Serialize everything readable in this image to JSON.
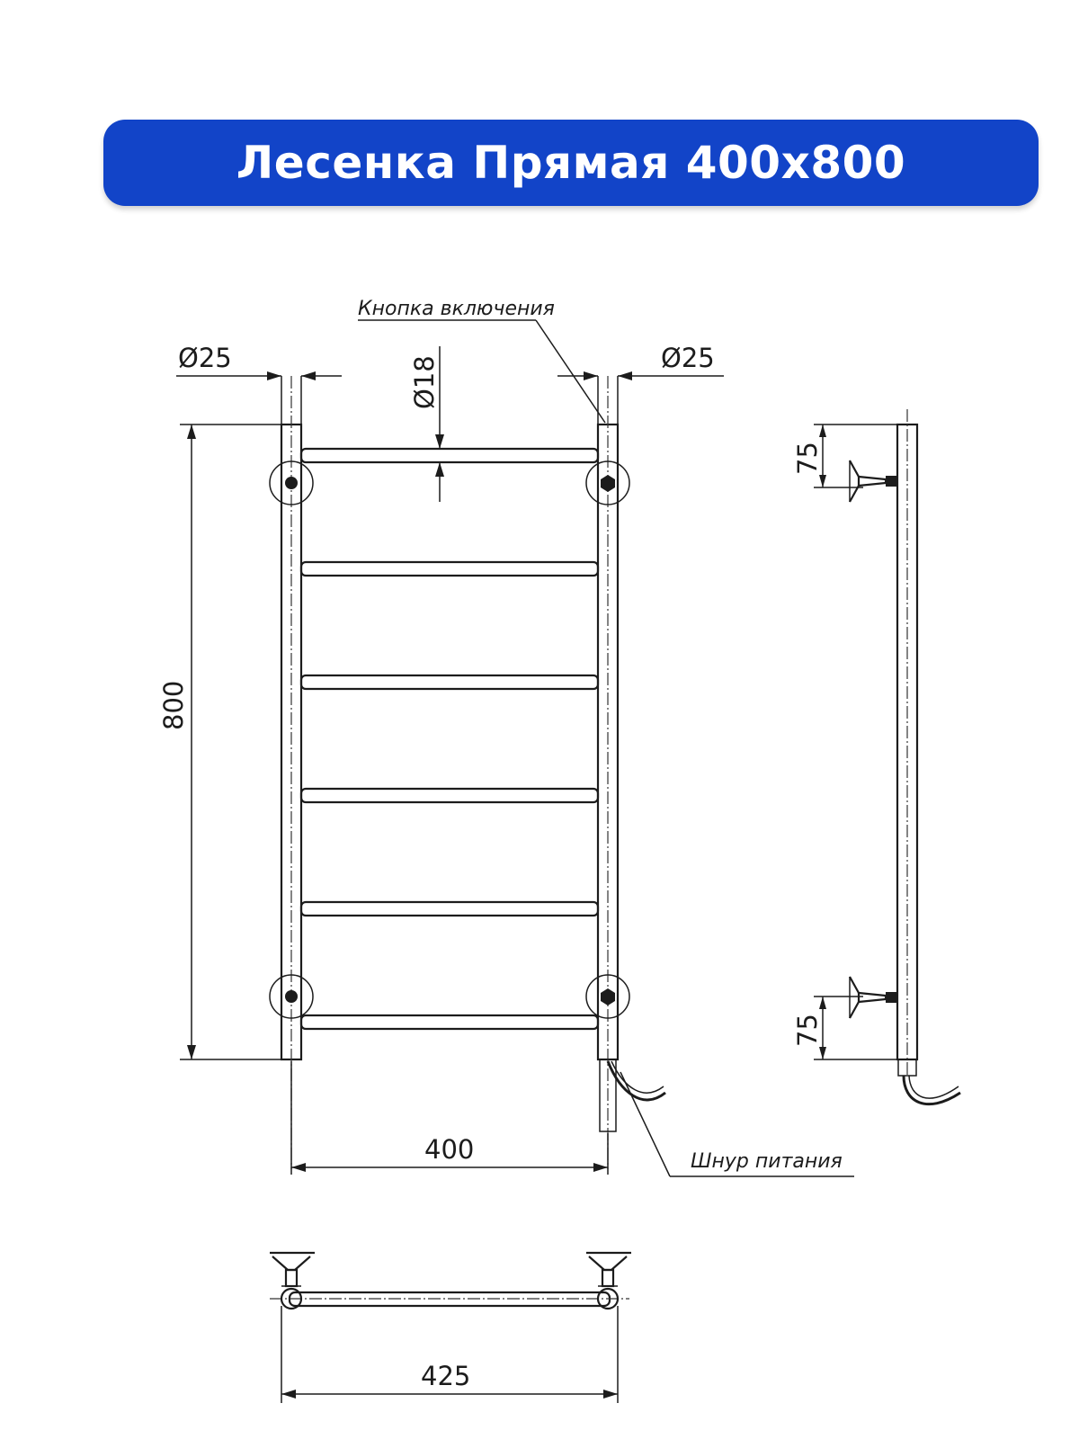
{
  "title": "Лесенка Прямая 400x800",
  "colors": {
    "banner": "#1244c8",
    "banner_text": "#ffffff",
    "lines": "#1c1c1c"
  },
  "dimensions": {
    "left_pipe_diameter": "Ø25",
    "right_pipe_diameter": "Ø25",
    "rung_diameter": "Ø18",
    "height": "800",
    "width": "400",
    "overall_width": "425",
    "mount_offset_top": "75",
    "mount_offset_bottom": "75"
  },
  "callouts": {
    "power_button": "Кнопка включения",
    "power_cord": "Шнур питания"
  },
  "rungs_count": 6
}
